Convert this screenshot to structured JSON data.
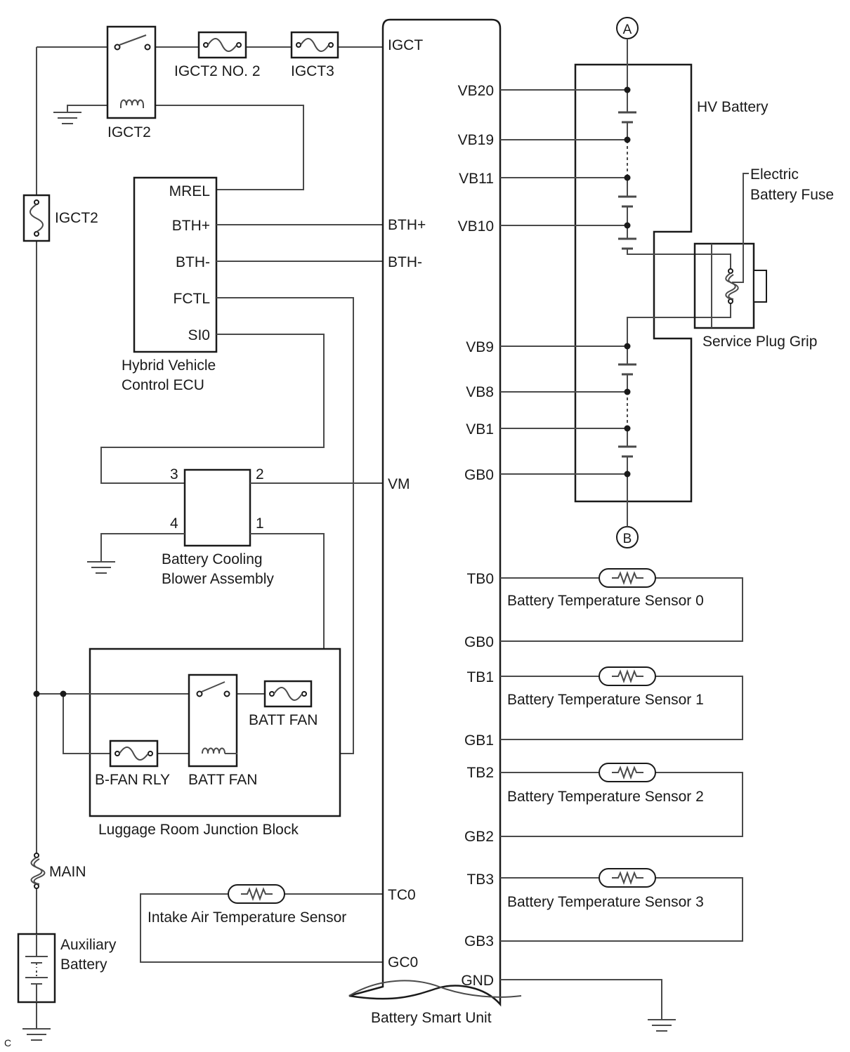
{
  "relay_igct2": {
    "label": "IGCT2"
  },
  "fuses": {
    "igct2_no2": "IGCT2 NO. 2",
    "igct3": "IGCT3",
    "igct2": "IGCT2",
    "main": "MAIN",
    "batt_fan": "BATT FAN",
    "b_fan_rly": "B-FAN RLY"
  },
  "hv_ecu": {
    "pins": [
      "MREL",
      "BTH+",
      "BTH-",
      "FCTL",
      "SI0"
    ],
    "name": [
      "Hybrid Vehicle",
      "Control ECU"
    ]
  },
  "blower": {
    "pins": [
      "3",
      "2",
      "4",
      "1"
    ],
    "name": [
      "Battery Cooling",
      "Blower Assembly"
    ]
  },
  "junction_block": {
    "name": "Luggage Room Junction Block",
    "relay_label": "BATT FAN"
  },
  "auxiliary_battery": {
    "name": [
      "Auxiliary",
      "Battery"
    ]
  },
  "intake_sensor": {
    "name": "Intake Air Temperature Sensor"
  },
  "battery_smart_unit": {
    "name": "Battery Smart Unit",
    "left_pins": [
      "IGCT",
      "BTH+",
      "BTH-",
      "VM",
      "TC0",
      "GC0"
    ],
    "right_pins": [
      "VB20",
      "VB19",
      "VB11",
      "VB10",
      "VB9",
      "VB8",
      "VB1",
      "GB0",
      "TB0",
      "GB0",
      "TB1",
      "GB1",
      "TB2",
      "GB2",
      "TB3",
      "GB3",
      "GND"
    ]
  },
  "hv_battery": {
    "name": "HV Battery",
    "connector_top": "A",
    "connector_bottom": "B"
  },
  "service_plug": {
    "name": "Service Plug Grip",
    "fuse_label": [
      "Electric",
      "Battery Fuse"
    ]
  },
  "temp_sensors": [
    "Battery Temperature Sensor 0",
    "Battery Temperature Sensor 1",
    "Battery Temperature Sensor 2",
    "Battery Temperature Sensor 3"
  ],
  "corner_mark": "C"
}
